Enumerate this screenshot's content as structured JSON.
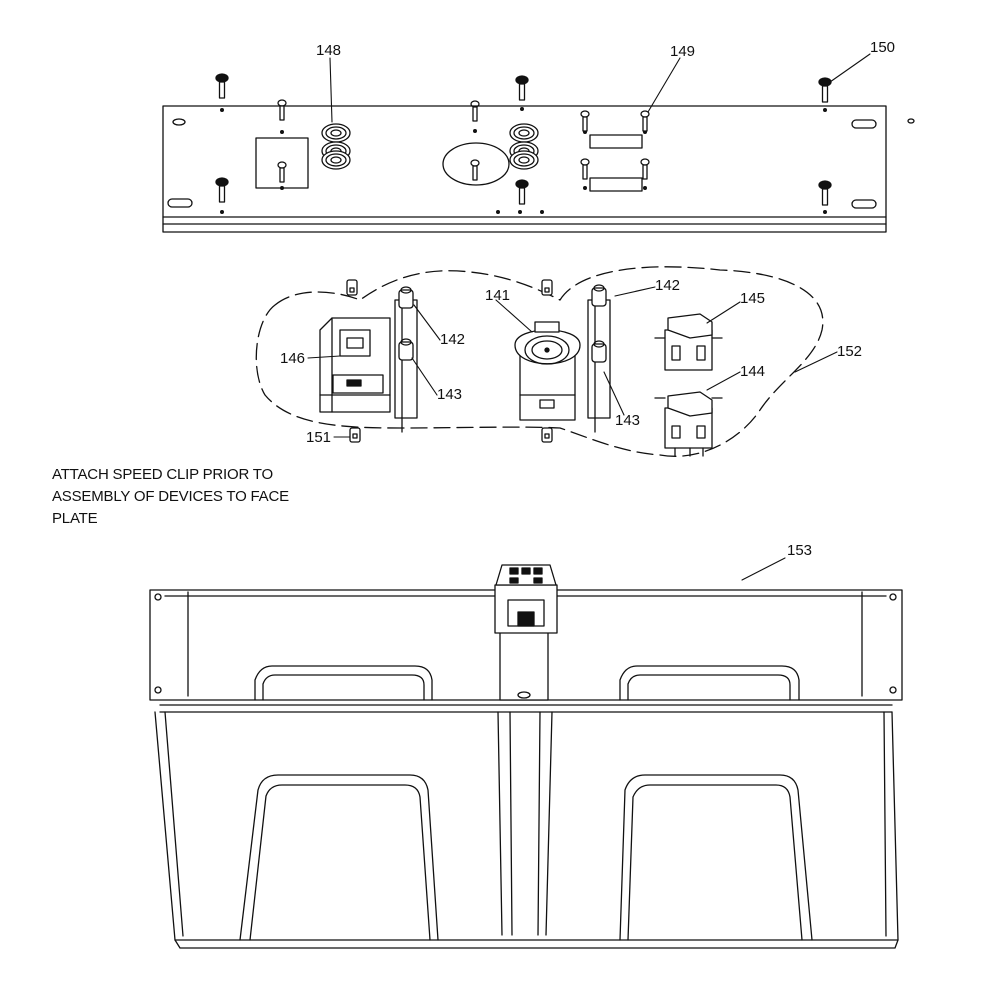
{
  "callouts": {
    "c141": "141",
    "c142a": "142",
    "c142b": "142",
    "c143a": "143",
    "c143b": "143",
    "c144": "144",
    "c145": "145",
    "c146": "146",
    "c148": "148",
    "c149": "149",
    "c150": "150",
    "c151": "151",
    "c152": "152",
    "c153": "153"
  },
  "note": {
    "line1": "ATTACH SPEED CLIP PRIOR TO",
    "line2": "ASSEMBLY OF DEVICES TO FACE",
    "line3": "PLATE"
  },
  "colors": {
    "stroke": "#111111",
    "background": "#ffffff"
  }
}
